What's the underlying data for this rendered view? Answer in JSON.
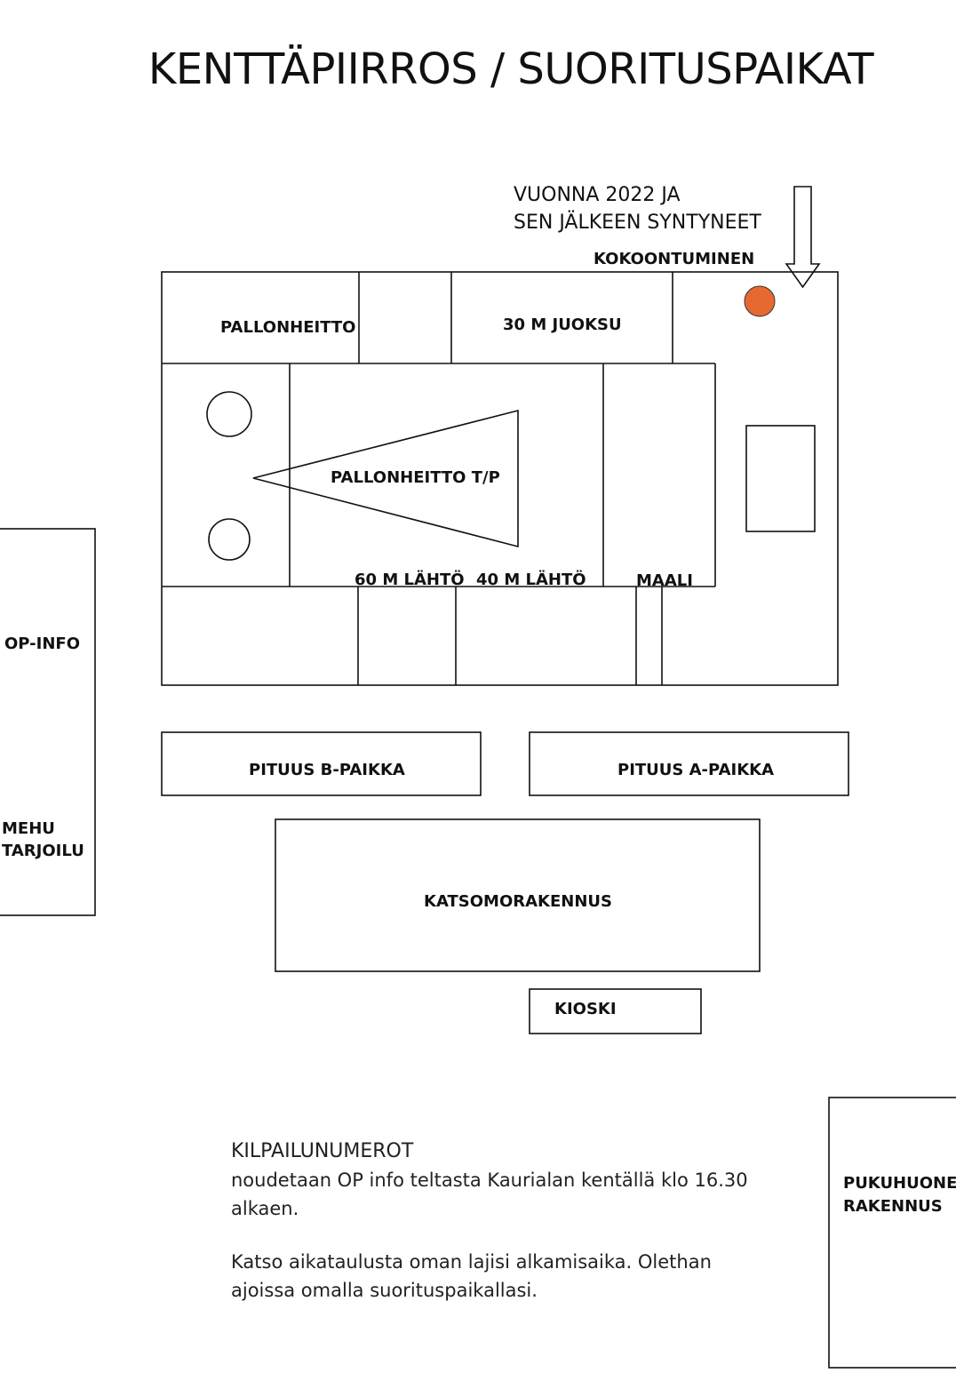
{
  "title": "KENTTÄPIIRROS / SUORITUSPAIKAT",
  "colors": {
    "line": "#111111",
    "marker": "#E8692F"
  },
  "labels": {
    "note_line1": "VUONNA 2022 JA",
    "note_line2": "SEN JÄLKEEN SYNTYNEET",
    "assembly": "KOKOONTUMINEN",
    "ball_throw": "PALLONHEITTO",
    "run_30": "30 M JUOKSU",
    "ball_throw_tp": "PALLONHEITTO T/P",
    "start_60": "60 M LÄHTÖ",
    "start_40": "40 M LÄHTÖ",
    "finish": "MAALI",
    "op_info": "OP-INFO",
    "juice_line1": "MEHU",
    "juice_line2": "TARJOILU",
    "long_jump_b": "PITUUS B-PAIKKA",
    "long_jump_a": "PITUUS A-PAIKKA",
    "grandstand": "KATSOMORAKENNUS",
    "kiosk": "KIOSKI",
    "dressing_line1": "PUKUHUONE-",
    "dressing_line2": "RAKENNUS"
  },
  "icons": {
    "arrow": "arrow-down-icon",
    "assembly_marker": "assembly-point-marker"
  },
  "info": {
    "heading": "KILPAILUNUMEROT",
    "line1": "noudetaan OP info teltasta Kaurialan kentällä klo 16.30",
    "line2": "alkaen.",
    "line3": "Katso aikataulusta oman lajisi alkamisaika. Olethan",
    "line4": "ajoissa omalla suorituspaikallasi."
  }
}
